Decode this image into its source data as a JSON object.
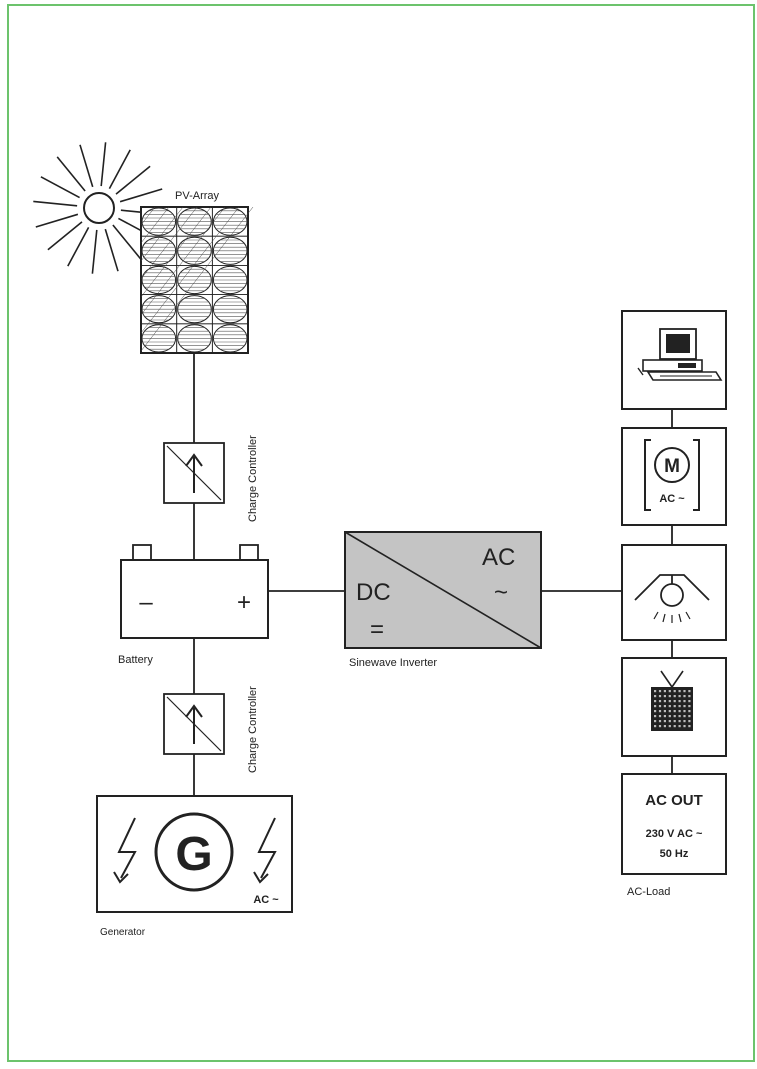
{
  "labels": {
    "pv_array": "PV-Array",
    "charge_controller_top": "Charge Controller",
    "charge_controller_bottom": "Charge Controller",
    "battery": "Battery",
    "battery_minus": "–",
    "battery_plus": "+",
    "inverter": "Sinewave Inverter",
    "inverter_dc": "DC",
    "inverter_dc_symbol": "=",
    "inverter_ac": "AC",
    "inverter_ac_symbol": "~",
    "generator": "Generator",
    "generator_letter": "G",
    "generator_ac": "AC ~",
    "motor_letter": "M",
    "motor_ac": "AC ~",
    "ac_out_title": "AC OUT",
    "ac_out_voltage": "230 V AC ~",
    "ac_out_freq": "50 Hz",
    "ac_load": "AC-Load"
  },
  "colors": {
    "border": "#6cc36c",
    "stroke": "#222222",
    "inverter_fill": "#c4c4c4"
  }
}
